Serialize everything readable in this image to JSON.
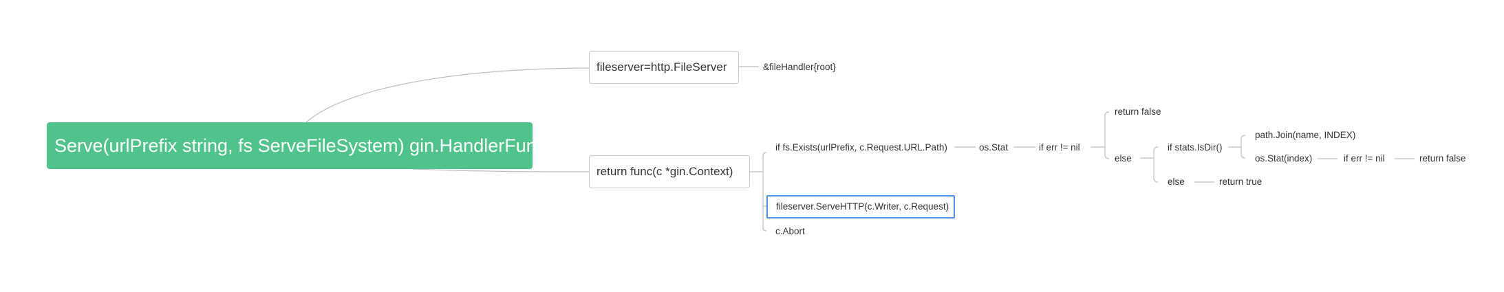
{
  "mindmap": {
    "root": "Serve(urlPrefix string, fs ServeFileSystem) gin.HandlerFunc",
    "fileserver": "fileserver=http.FileServer",
    "file_handler": "&fileHandler{root}",
    "return_func": "return func(c *gin.Context)",
    "if_exists": "if fs.Exists(urlPrefix, c.Request.URL.Path)",
    "os_stat": "os.Stat",
    "if_err": "if err != nil",
    "return_false_1": "return false",
    "else_1": "else",
    "if_isdir": "if stats.IsDir()",
    "path_join": "path.Join(name, INDEX)",
    "os_stat_index": "os.Stat(index)",
    "if_err_2": "if err != nil",
    "return_false_2": "return false",
    "else_2": "else",
    "return_true": "return true",
    "serve_http": "fileserver.ServeHTTP(c.Writer, c.Request)",
    "abort": "c.Abort"
  },
  "colors": {
    "root_fill": "#50c28b",
    "root_text": "#ffffff",
    "connector": "#bdbdbd",
    "node_border": "#c8c8c8",
    "selection": "#4a90e2",
    "text": "#333333"
  }
}
